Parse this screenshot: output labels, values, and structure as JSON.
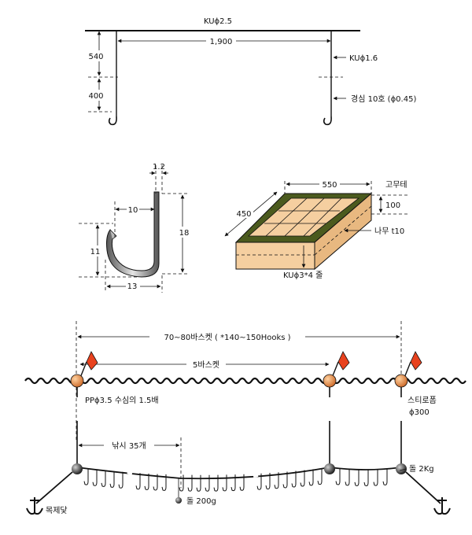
{
  "section1": {
    "mainline_label": "KUϕ2.5",
    "span_label": "1,900",
    "branch_label": "KUϕ1.6",
    "upper_len": "540",
    "lower_len": "400",
    "leader_label": "경심 10호 (ϕ0.45)"
  },
  "hook": {
    "wire": "1.2",
    "gap": "10",
    "height": "18",
    "barb": "11",
    "width": "13"
  },
  "basket": {
    "rubber": "고무테",
    "length": "550",
    "depth": "100",
    "width": "450",
    "wood": "나무 t10",
    "rope": "KUϕ3*4 줄"
  },
  "section3": {
    "total_span": "70~80바스켓 ( *140~150Hooks )",
    "float_span": "5바스켓",
    "float_line": "PPϕ3.5  수심의 1.5배",
    "float_label1": "스티로폼",
    "float_label2": "ϕ300",
    "hooks_label": "낚시 35개",
    "weight_label": "돌 2Kg",
    "sinker_label": "돌 200g",
    "anchor_label": "목제닻"
  },
  "colors": {
    "flag": "#e8421e",
    "buoy": "#f0a050",
    "frame": "#4b5a1e",
    "wood": "#f5cfa0"
  }
}
